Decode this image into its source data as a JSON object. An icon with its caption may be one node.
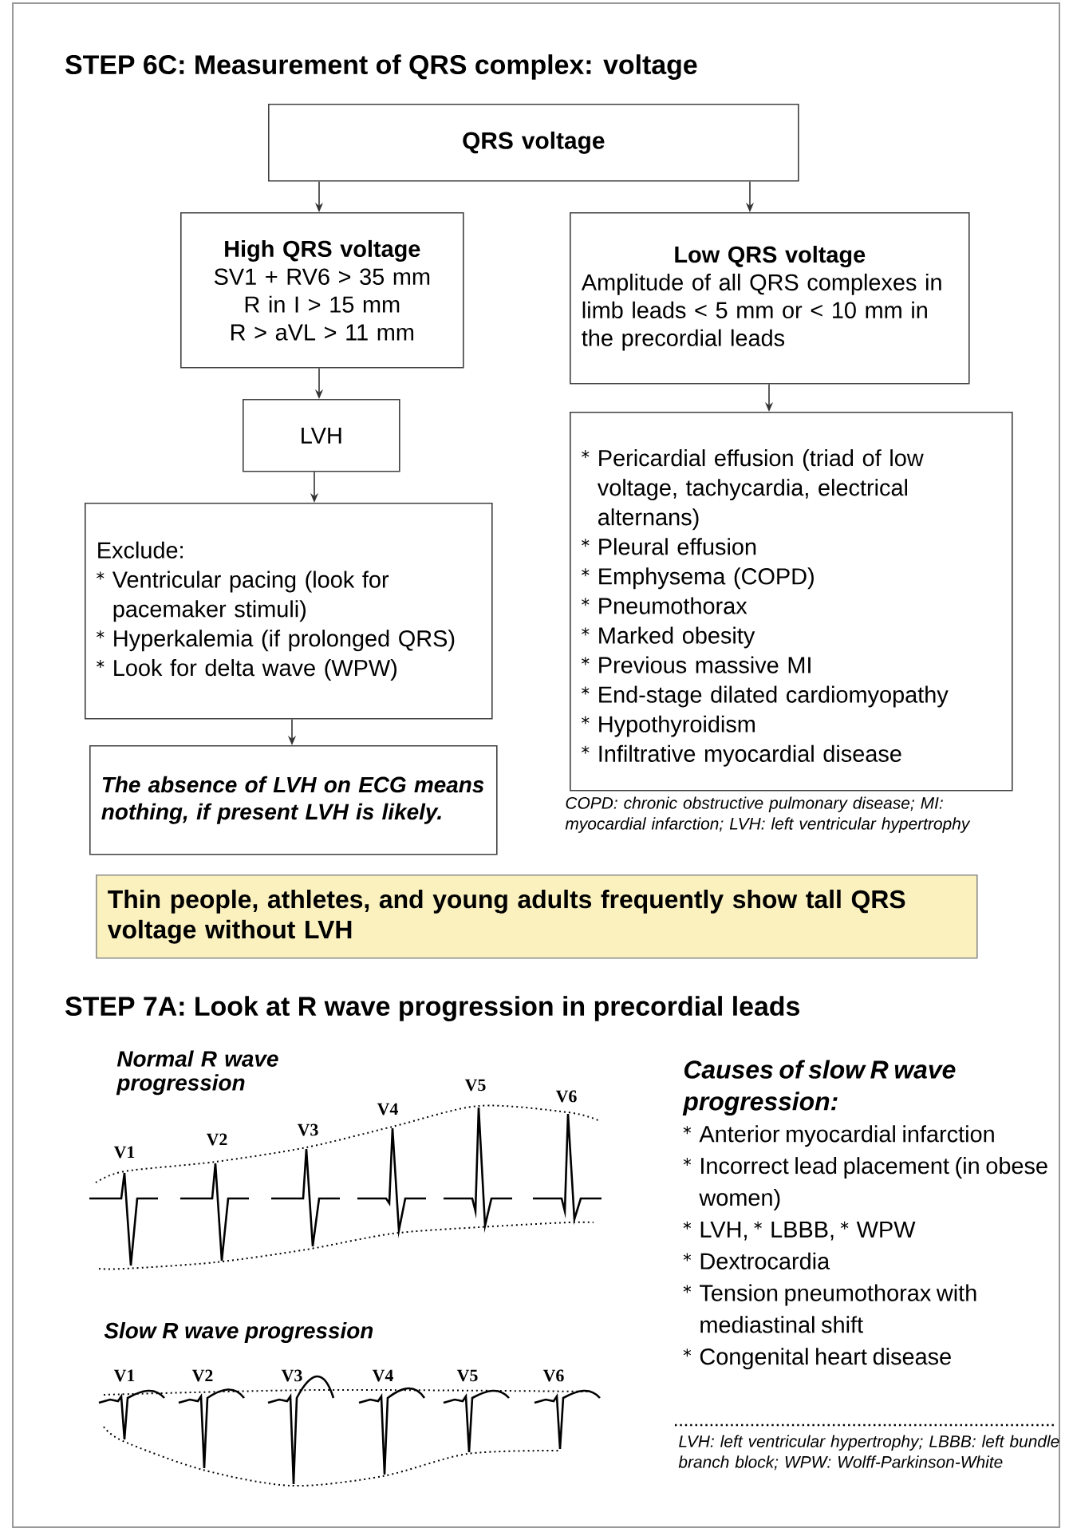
{
  "diagram": {
    "title": "STEP 6C: Measurement of QRS complex: voltage",
    "nodes": [
      {
        "text": [
          "QRS voltage"
        ]
      },
      {
        "text": [
          "High QRS voltage",
          "SV1 + RV6 > 35 mm",
          "R in I > 15 mm",
          "R > aVL > 11 mm"
        ]
      },
      {
        "text": [
          "Low QRS voltage",
          "Amplitude of all QRS complexes in limb leads < 5 mm or < 10 mm in the precordial leads"
        ]
      },
      {
        "text": [
          "LVH"
        ]
      },
      {
        "text": [
          "Exclude:",
          "Ventricular pacing (look for pacemaker stimuli)",
          "Hyperkalemia (if prolonged QRS)",
          "Look for delta wave (WPW)"
        ]
      },
      {
        "text": [
          "The absence of LVH on ECG means nothing, if present LVH is likely."
        ]
      },
      {
        "text": [
          "Pericardial effusion (triad of low voltage, tachycardia, electrical alternans)",
          "Pleural effusion",
          "Emphysema (COPD)",
          "Pneumothorax",
          "Marked obesity",
          "Previous massive MI",
          "End-stage dilated cardiomyopathy",
          "Hypothyroidism",
          "Infiltrative myocardial disease"
        ]
      },
      {
        "text": [
          "Thin people, athletes, and young adults frequently show tall QRS voltage without LVH"
        ]
      }
    ],
    "edges": [
      {
        "from": 0,
        "to": 1,
        "arrow": "to"
      },
      {
        "from": 0,
        "to": 2,
        "arrow": "to"
      },
      {
        "from": 1,
        "to": 3,
        "arrow": "to"
      },
      {
        "from": 3,
        "to": 4,
        "arrow": "to"
      },
      {
        "from": 4,
        "to": 5,
        "arrow": "to"
      },
      {
        "from": 2,
        "to": 6,
        "arrow": "to"
      }
    ],
    "labels": [
      "COPD: chronic obstructive pulmonary disease; MI: myocardial infarction; LVH: left ventricular hypertrophy",
      "STEP 7A: Look at R wave progression in precordial leads",
      "Normal R wave progression",
      "V1",
      "V2",
      "V3",
      "V4",
      "V5",
      "V6",
      "Slow R wave progression",
      "V1",
      "V2",
      "V3",
      "V4",
      "V5",
      "V6",
      "Causes of slow R wave progression:",
      "Anterior myocardial infarction",
      "Incorrect lead placement (in obese women)",
      "LVH,",
      "LBBB,",
      "WPW",
      "Dextrocardia",
      "Tension pneumothorax with mediastinal shift",
      "Congenital heart disease",
      "LVH: left ventricular hypertrophy; LBBB: left bundle branch block; WPW: Wolff-Parkinson-White"
    ]
  }
}
